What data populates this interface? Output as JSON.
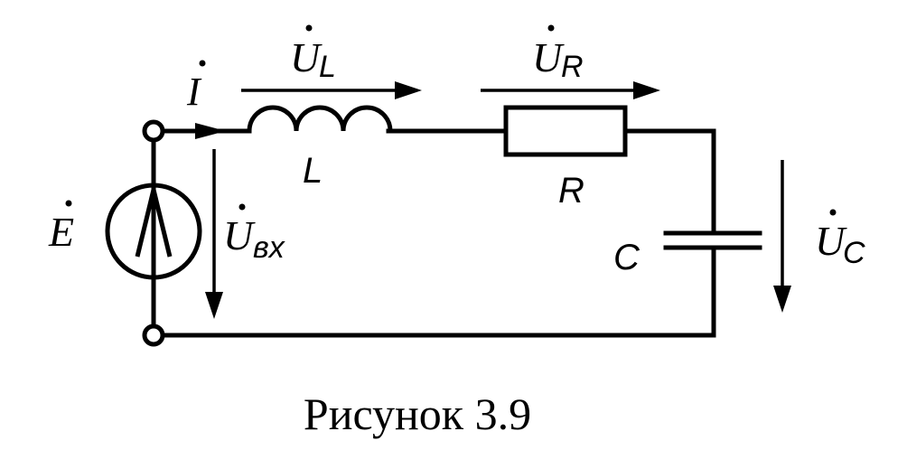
{
  "labels": {
    "current": "I",
    "voltage_l": "U",
    "voltage_l_sub": "L",
    "voltage_r": "U",
    "voltage_r_sub": "R",
    "voltage_in": "U",
    "voltage_in_sub": "вх",
    "voltage_c": "U",
    "voltage_c_sub": "C",
    "source": "E",
    "inductor": "L",
    "resistor": "R",
    "capacitor": "C"
  },
  "caption": "Рисунок 3.9",
  "colors": {
    "ink": "#000000",
    "background": "#ffffff"
  }
}
